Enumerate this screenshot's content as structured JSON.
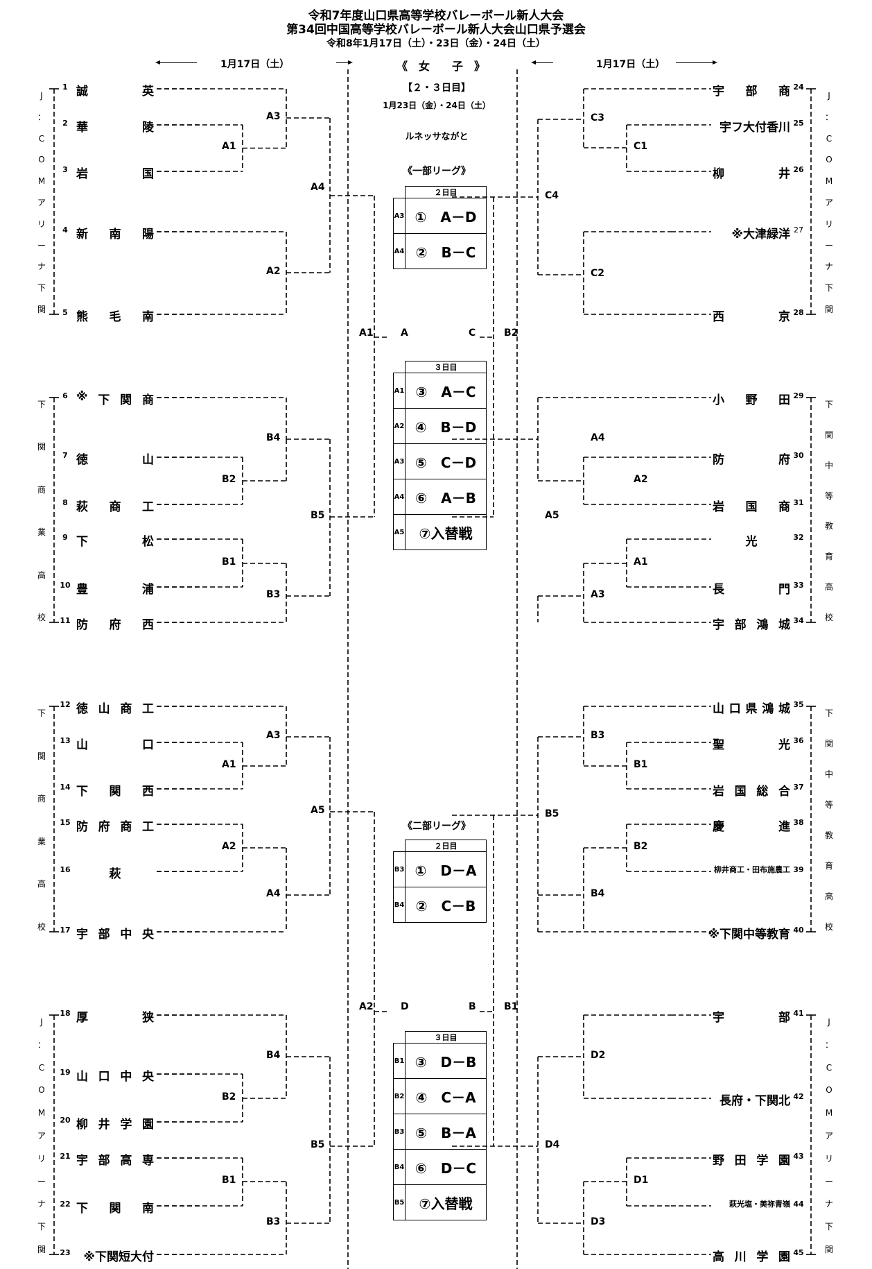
{
  "header": {
    "title_line1": "令和7年度山口県高等学校バレーボール新人大会",
    "title_line2": "第34回中国高等学校バレーボール新人大会山口県予選会",
    "dates_line": "令和8年1月17日（土）・23日（金）・24日（土）",
    "left_date": "1月17日（土）",
    "right_date": "1月17日（土）",
    "division": "《　女　　子　》"
  },
  "center_info": {
    "days": "【２・３日目】",
    "dates": "1月23日（金）・24日（土）",
    "venue": "ルネッサながと"
  },
  "league1": {
    "title": "《一部リーグ》",
    "day2": {
      "header": "２日目",
      "matches": [
        {
          "code": "A3",
          "label": "①　A－D"
        },
        {
          "code": "A4",
          "label": "②　B－C"
        }
      ]
    },
    "day3": {
      "header": "３日目",
      "matches": [
        {
          "code": "A1",
          "label": "③　A－C"
        },
        {
          "code": "A2",
          "label": "④　B－D"
        },
        {
          "code": "A3",
          "label": "⑤　C－D"
        },
        {
          "code": "A4",
          "label": "⑥　A－B"
        },
        {
          "code": "A5",
          "label": "⑦入替戦"
        }
      ]
    },
    "connectors": {
      "left_code": "A1",
      "left_slot": "A",
      "right_slot": "C",
      "right_code": "B2"
    }
  },
  "league2": {
    "title": "《二部リーグ》",
    "day2": {
      "header": "２日目",
      "matches": [
        {
          "code": "B3",
          "label": "①　D－A"
        },
        {
          "code": "B4",
          "label": "②　C－B"
        }
      ]
    },
    "day3": {
      "header": "３日目",
      "matches": [
        {
          "code": "B1",
          "label": "③　D－B"
        },
        {
          "code": "B2",
          "label": "④　C－A"
        },
        {
          "code": "B3",
          "label": "⑤　B－A"
        },
        {
          "code": "B4",
          "label": "⑥　D－C"
        },
        {
          "code": "B5",
          "label": "⑦入替戦"
        }
      ]
    },
    "connectors": {
      "left_code": "A2",
      "left_slot": "D",
      "right_slot": "B",
      "right_code": "B1"
    }
  },
  "venues": {
    "jcom": "J:COMアリーナ下関",
    "shimoshou": "下関商業高校",
    "shimochu": "下関中等教育高校"
  },
  "left_teams": [
    {
      "seed": "1",
      "name": "誠　英"
    },
    {
      "seed": "2",
      "name": "華　陵"
    },
    {
      "seed": "3",
      "name": "岩　国"
    },
    {
      "seed": "4",
      "name": "新南陽"
    },
    {
      "seed": "5",
      "name": "熊毛南"
    },
    {
      "seed": "6",
      "name": "※下関商"
    },
    {
      "seed": "7",
      "name": "徳　山"
    },
    {
      "seed": "8",
      "name": "萩商工"
    },
    {
      "seed": "9",
      "name": "下　松"
    },
    {
      "seed": "10",
      "name": "豊　浦"
    },
    {
      "seed": "11",
      "name": "防府西"
    },
    {
      "seed": "12",
      "name": "徳山商工"
    },
    {
      "seed": "13",
      "name": "山　口"
    },
    {
      "seed": "14",
      "name": "下関西"
    },
    {
      "seed": "15",
      "name": "防府商工"
    },
    {
      "seed": "16",
      "name": "萩"
    },
    {
      "seed": "17",
      "name": "宇部中央"
    },
    {
      "seed": "18",
      "name": "厚　狭"
    },
    {
      "seed": "19",
      "name": "山口中央"
    },
    {
      "seed": "20",
      "name": "柳井学園"
    },
    {
      "seed": "21",
      "name": "宇部高専"
    },
    {
      "seed": "22",
      "name": "下関南"
    },
    {
      "seed": "23",
      "name": "※下関短大付"
    }
  ],
  "right_teams": [
    {
      "seed": "24",
      "name": "宇部商"
    },
    {
      "seed": "25",
      "name": "宇フ大付香川"
    },
    {
      "seed": "26",
      "name": "柳　井"
    },
    {
      "seed": "27",
      "name": "※大津緑洋"
    },
    {
      "seed": "28",
      "name": "西　京"
    },
    {
      "seed": "29",
      "name": "小野田"
    },
    {
      "seed": "30",
      "name": "防　府"
    },
    {
      "seed": "31",
      "name": "岩国商"
    },
    {
      "seed": "32",
      "name": "光"
    },
    {
      "seed": "33",
      "name": "長　門"
    },
    {
      "seed": "34",
      "name": "宇部鴻城"
    },
    {
      "seed": "35",
      "name": "山口県鴻城"
    },
    {
      "seed": "36",
      "name": "聖　光"
    },
    {
      "seed": "37",
      "name": "岩国総合"
    },
    {
      "seed": "38",
      "name": "慶　進"
    },
    {
      "seed": "39",
      "name": "柳井商工・田布施農工"
    },
    {
      "seed": "40",
      "name": "※下関中等教育"
    },
    {
      "seed": "41",
      "name": "宇　部"
    },
    {
      "seed": "42",
      "name": "長府・下関北"
    },
    {
      "seed": "43",
      "name": "野田学園"
    },
    {
      "seed": "44",
      "name": "萩光塩・美祢青嶺"
    },
    {
      "seed": "45",
      "name": "高川学園"
    }
  ],
  "round_labels": {
    "left_q1": [
      "A3",
      "A1",
      "A4",
      "A2"
    ],
    "left_q2": [
      "B4",
      "B2",
      "B5",
      "B1",
      "B3"
    ],
    "left_q3": [
      "A3",
      "A1",
      "A5",
      "A2",
      "A4"
    ],
    "left_q4": [
      "B4",
      "B2",
      "B5",
      "B1",
      "B3"
    ],
    "right_q1": [
      "C3",
      "C1",
      "C4",
      "C2"
    ],
    "right_q2": [
      "A4",
      "A2",
      "A5",
      "A1",
      "A3"
    ],
    "right_q3": [
      "B3",
      "B1",
      "B5",
      "B2",
      "B4"
    ],
    "right_q4": [
      "D2",
      "D4",
      "D1",
      "D3"
    ]
  }
}
